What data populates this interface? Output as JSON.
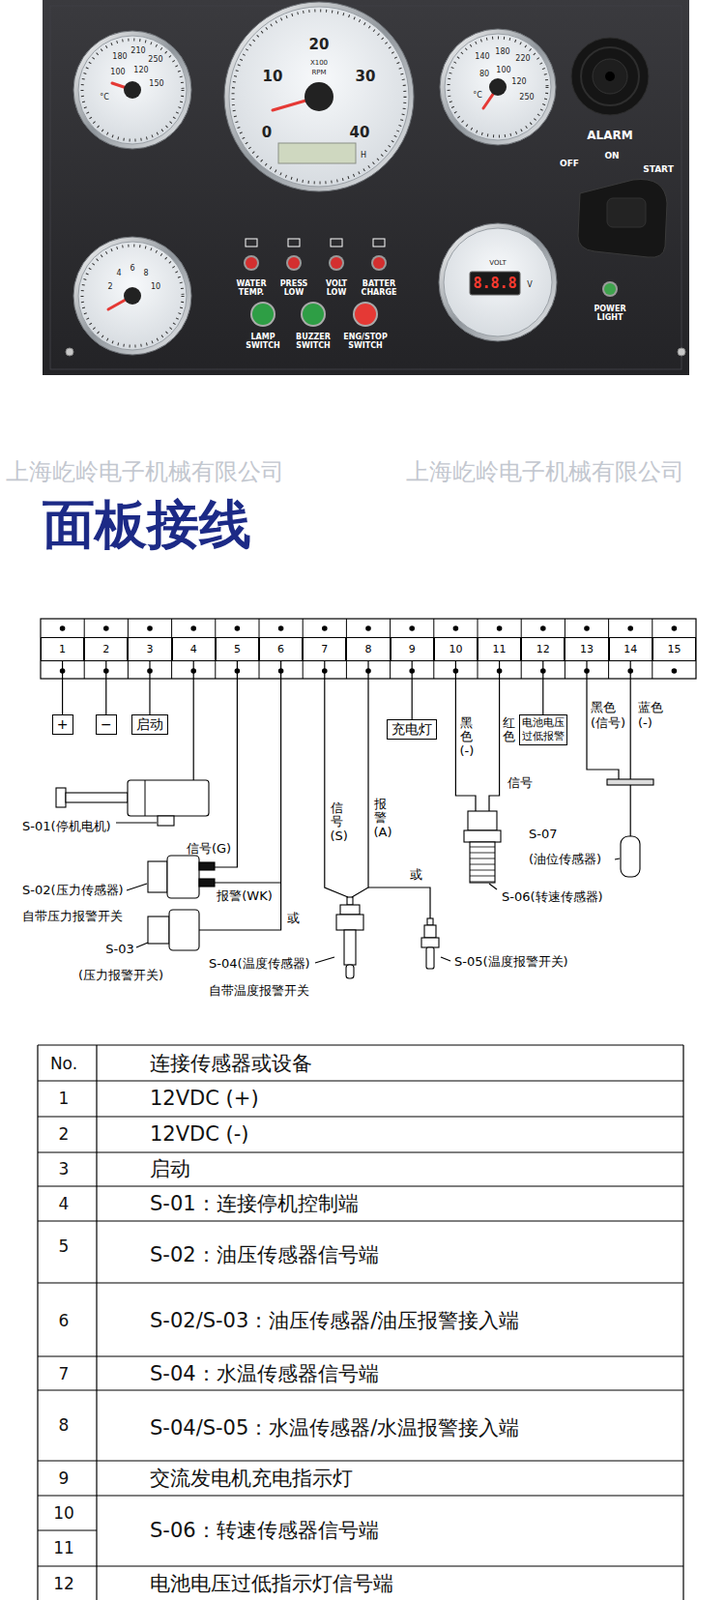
{
  "diagram": {
    "title": "面板接线",
    "nodes": [
      {
        "text": [
          "1"
        ]
      },
      {
        "text": [
          "2"
        ]
      },
      {
        "text": [
          "3"
        ]
      },
      {
        "text": [
          "4"
        ]
      },
      {
        "text": [
          "5"
        ]
      },
      {
        "text": [
          "6"
        ]
      },
      {
        "text": [
          "7"
        ]
      },
      {
        "text": [
          "8"
        ]
      },
      {
        "text": [
          "9"
        ]
      },
      {
        "text": [
          "10"
        ]
      },
      {
        "text": [
          "11"
        ]
      },
      {
        "text": [
          "12"
        ]
      },
      {
        "text": [
          "13"
        ]
      },
      {
        "text": [
          "14"
        ]
      },
      {
        "text": [
          "15"
        ]
      },
      {
        "text": [
          "+"
        ]
      },
      {
        "text": [
          "−"
        ]
      },
      {
        "text": [
          "启动"
        ]
      },
      {
        "text": [
          "充电灯"
        ]
      },
      {
        "text": [
          "电池电压过低报警"
        ]
      }
    ],
    "edges": [
      {
        "from": 0,
        "to": 15,
        "arrow": "none"
      },
      {
        "from": 1,
        "to": 16,
        "arrow": "none"
      },
      {
        "from": 2,
        "to": 17,
        "arrow": "none"
      },
      {
        "from": 8,
        "to": 18,
        "arrow": "none"
      },
      {
        "from": 11,
        "to": 19,
        "arrow": "none"
      }
    ],
    "labels": [
      "X100",
      "RPM",
      "0",
      "10",
      "20",
      "30",
      "40",
      "H",
      "180",
      "210",
      "250",
      "100",
      "120",
      "150",
      "°C",
      "140",
      "180",
      "220",
      "80",
      "100",
      "120",
      "250",
      "°C",
      "2",
      "4",
      "6",
      "8",
      "10",
      "VOLT",
      "8.8.8",
      "V",
      "ALARM",
      "OFF",
      "ON",
      "START",
      "POWER LIGHT",
      "WATER TEMP.",
      "PRESS LOW",
      "VOLT LOW",
      "BATTER CHARGE",
      "LAMP SWITCH",
      "BUZZER SWITCH",
      "ENG/STOP SWITCH",
      "上海屹岭电子机械有限公司",
      "上海屹岭电子机械有限公司",
      "S-01(停机电机)",
      "信号(G)",
      "S-02(压力传感器)",
      "自带压力报警开关",
      "报警(WK)",
      "或",
      "S-03",
      "(压力报警开关)",
      "信号(S)",
      "报警(A)",
      "或",
      "S-04(温度传感器)",
      "自带温度报警开关",
      "S-05(温度报警开关)",
      "黑色(-)",
      "红色",
      "信号",
      "S-06(转速传感器)",
      "黑色(信号)",
      "蓝色(-)",
      "S-07",
      "(油位传感器)",
      "No.",
      "连接传感器或设备",
      "1",
      "12VDC (+)",
      "2",
      "12VDC (-)",
      "3",
      "启动",
      "4",
      "S-01：连接停机控制端",
      "5",
      "S-02：油压传感器信号端",
      "6",
      "S-02/S-03：油压传感器/油压报警接入端",
      "7",
      "S-04：水温传感器信号端",
      "8",
      "S-04/S-05：水温传感器/水温报警接入端",
      "9",
      "交流发电机充电指示灯",
      "10",
      "11",
      "S-06：转速传感器信号端",
      "12",
      "电池电压过低指示灯信号端"
    ]
  }
}
